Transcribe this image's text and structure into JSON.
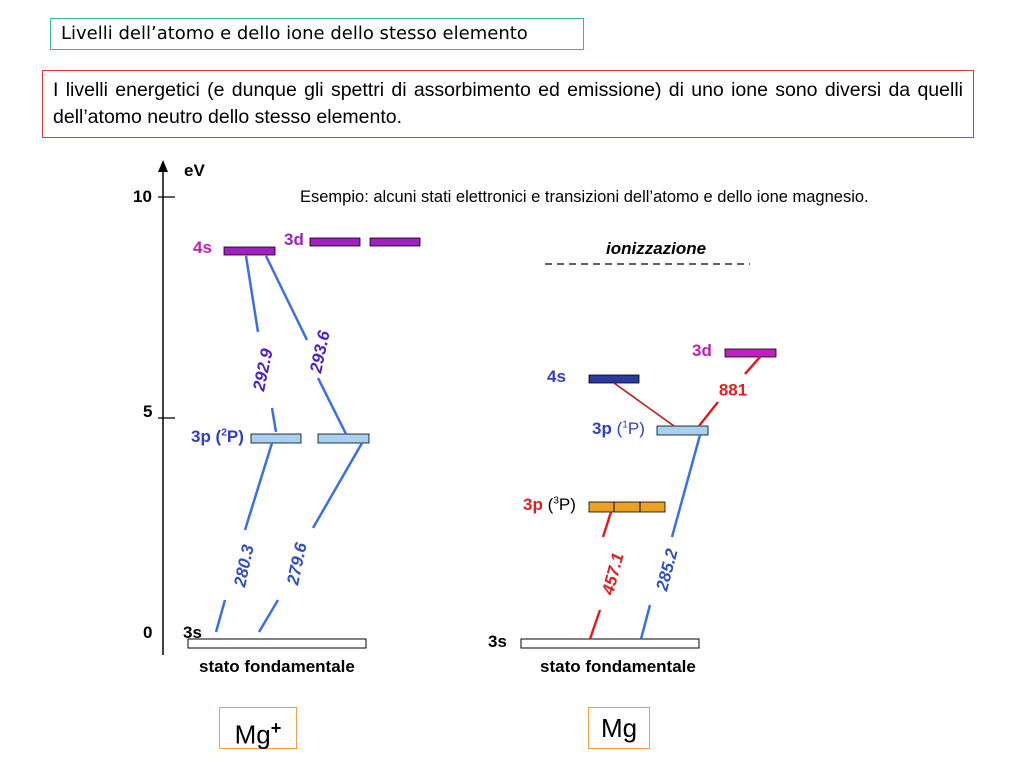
{
  "title": "Livelli dell’atomo e dello ione dello stesso elemento",
  "intro": "I livelli energetici (e dunque gli spettri di assorbimento ed emissione) di uno ione sono diversi da quelli dell’atomo neutro dello stesso elemento.",
  "example": "Esempio: alcuni stati elettronici e transizioni dell’atomo e dello ione magnesio.",
  "axis": {
    "unit": "eV",
    "ticks": [
      "10",
      "5",
      "0"
    ]
  },
  "ion": {
    "name": "Mg",
    "charge": "+",
    "ground_caption": "stato fondamentale",
    "levels": {
      "ground": "3s",
      "l4s": "4s",
      "l3d": "3d",
      "l3p_term": "3p (",
      "l3p_sup": "2",
      "l3p_close": "P)"
    },
    "transitions": [
      "292.9",
      "293.6",
      "280.3",
      "279.6"
    ]
  },
  "atom": {
    "name": "Mg",
    "ground_caption": "stato fondamentale",
    "ionization": "ionizzazione",
    "levels": {
      "ground": "3s",
      "l4s": "4s",
      "l3d": "3d",
      "l3p_singlet": "3p",
      "singlet_open": " (",
      "singlet_sup": "1",
      "singlet_close": "P)",
      "l3p_triplet": "3p",
      "triplet_open": " (",
      "triplet_sup": "3",
      "triplet_close": "P)"
    },
    "transitions": [
      "457.1",
      "285.2",
      "881"
    ]
  },
  "colors": {
    "blue_line": "#3a70e0",
    "red_line": "#e02020",
    "purple": "#a020c0",
    "dark_blue": "#2a3aa0",
    "level_light_blue": "#a8d0f0",
    "level_orange": "#f0a020"
  }
}
